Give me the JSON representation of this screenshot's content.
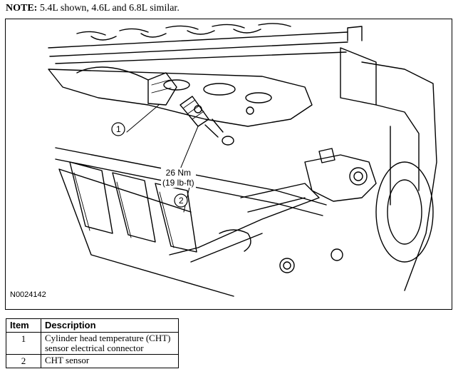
{
  "note": {
    "prefix": "NOTE:",
    "text": " 5.4L shown, 4.6L and 6.8L similar."
  },
  "figure": {
    "callouts": [
      "1",
      "2"
    ],
    "torque_nm": "26 Nm",
    "torque_lbft": "(19 lb-ft)",
    "figure_id": "N0024142"
  },
  "table": {
    "headers": [
      "Item",
      "Description"
    ],
    "rows": [
      {
        "item": "1",
        "description": "Cylinder head temperature (CHT) sensor electrical connector"
      },
      {
        "item": "2",
        "description": "CHT sensor"
      }
    ]
  }
}
